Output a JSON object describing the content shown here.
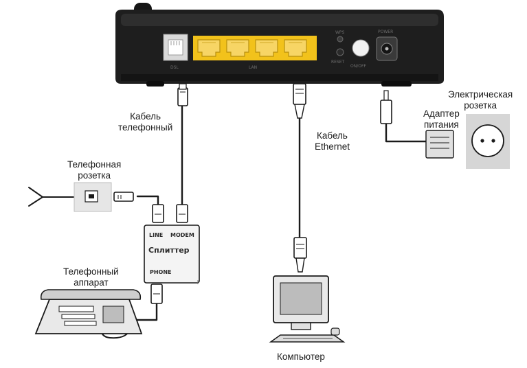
{
  "router": {
    "port_labels": {
      "dsl": "DSL",
      "lan": "LAN",
      "wps": "WPS",
      "reset": "RESET",
      "power_button": "ON/OFF",
      "power_in": "POWER"
    }
  },
  "labels": {
    "phone_cable": [
      "Кабель",
      "телефонный"
    ],
    "ethernet_cable": [
      "Кабель",
      "Ethernet"
    ],
    "power_adapter": [
      "Адаптер",
      "питания"
    ],
    "power_socket": [
      "Электрическая",
      "розетка"
    ],
    "phone_socket": [
      "Телефонная",
      "розетка"
    ],
    "phone_set": [
      "Телефонный",
      "аппарат"
    ],
    "computer": "Компьютер"
  },
  "splitter": {
    "line": "LINE",
    "modem": "MODEM",
    "name": "Сплиттер",
    "phone": "PHONE"
  },
  "colors": {
    "router_body": "#1e1e1e",
    "lan_ports": "#f2c21b",
    "cable": "#1a1a1a",
    "device_gray": "#d8d8d8"
  }
}
